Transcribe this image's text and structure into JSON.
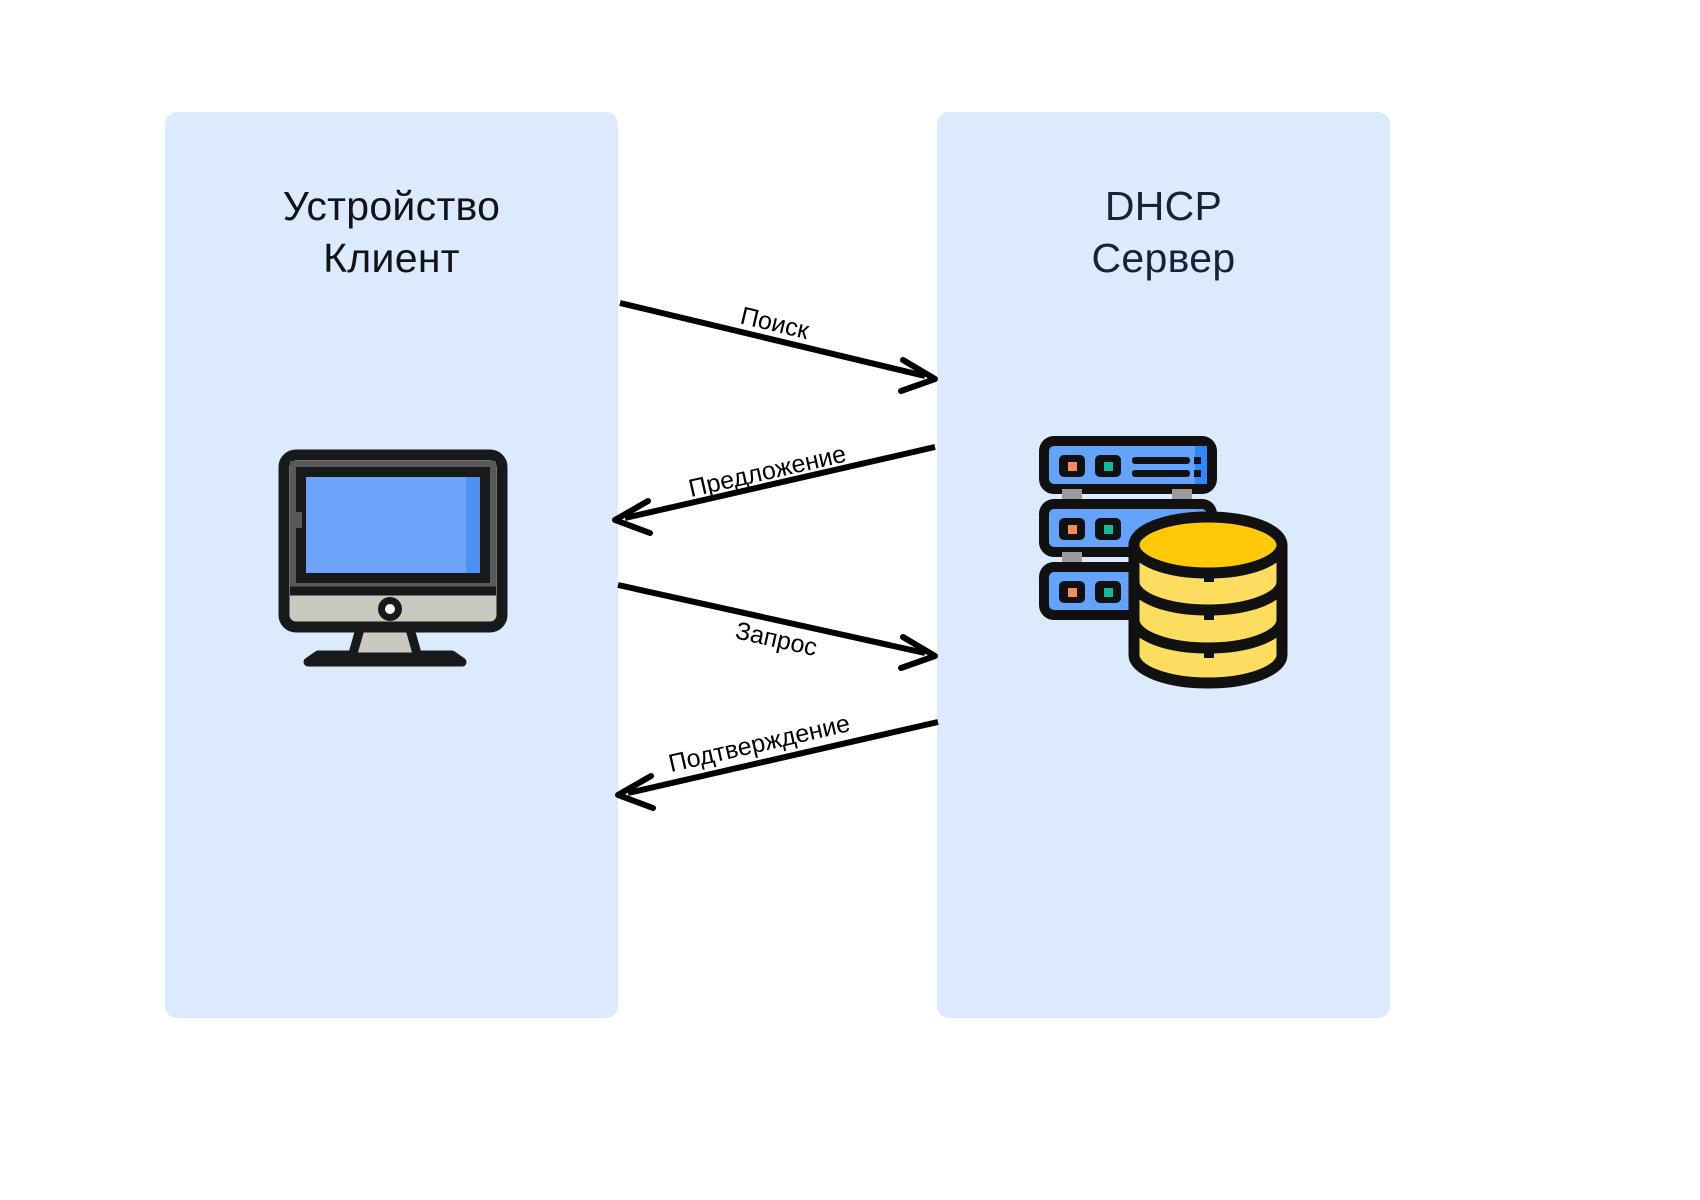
{
  "diagram": {
    "type": "sequence-diagram",
    "title_left": "Устройство\nКлиент",
    "title_right": "DHCP\nСервер",
    "background_color": "#ffffff",
    "panel_color": "#dceafd",
    "title_color_left": "#111318",
    "title_color_right": "#16213a",
    "arrow_color": "#000000"
  },
  "panels": [
    {
      "id": "client",
      "label": "Устройство\nКлиент",
      "icon": "desktop-computer-icon"
    },
    {
      "id": "server",
      "label": "DHCP\nСервер",
      "icon": "database-server-icon"
    }
  ],
  "messages": [
    {
      "index": 1,
      "label": "Поиск",
      "direction": "client-to-server"
    },
    {
      "index": 2,
      "label": "Предложение",
      "direction": "server-to-client"
    },
    {
      "index": 3,
      "label": "Запрос",
      "direction": "client-to-server"
    },
    {
      "index": 4,
      "label": "Подтверждение",
      "direction": "server-to-client"
    }
  ],
  "icons": {
    "computer": {
      "name": "desktop-computer-icon",
      "bezel_color": "#58595b",
      "screen_color": "#6ba4f8",
      "screen_shade_color": "#4f91ef",
      "base_color": "#cbc8c0",
      "outline_color": "#18191b",
      "button_color": "#ffffff"
    },
    "server": {
      "name": "database-server-icon",
      "rack_color": "#64a3fb",
      "rack_shade_color": "#2f86f7",
      "slot_color": "#111111",
      "led_warm_color": "#f88a5f",
      "led_cool_color": "#15b89a",
      "foot_color": "#9b9b9b",
      "db_top_color": "#ffc907",
      "db_body_color": "#fddd5f",
      "outline_color": "#111111"
    }
  }
}
